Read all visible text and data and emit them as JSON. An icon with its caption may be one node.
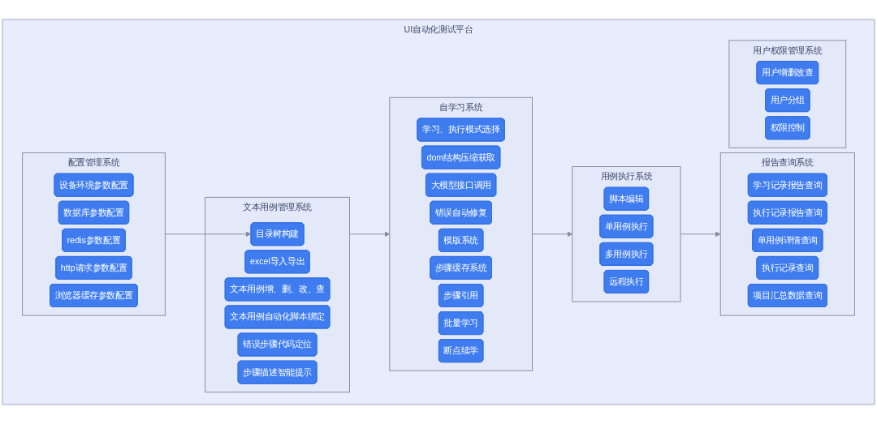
{
  "diagram": {
    "nodes": [
      {
        "text": [
          "UI自动化测试平台"
        ]
      },
      {
        "text": [
          "配置管理系统"
        ],
        "in": 0
      },
      {
        "text": [
          "设备环境参数配置"
        ],
        "in": 1
      },
      {
        "text": [
          "数据库参数配置"
        ],
        "in": 1
      },
      {
        "text": [
          "redis参数配置"
        ],
        "in": 1
      },
      {
        "text": [
          "http请求参数配置"
        ],
        "in": 1
      },
      {
        "text": [
          "浏览器缓存参数配置"
        ],
        "in": 1
      },
      {
        "text": [
          "文本用例管理系统"
        ],
        "in": 0
      },
      {
        "text": [
          "目录树构建"
        ],
        "in": 7
      },
      {
        "text": [
          "excel导入导出"
        ],
        "in": 7
      },
      {
        "text": [
          "文本用例增、删、改、查"
        ],
        "in": 7
      },
      {
        "text": [
          "文本用例自动化脚本绑定"
        ],
        "in": 7
      },
      {
        "text": [
          "错误步骤代码定位"
        ],
        "in": 7
      },
      {
        "text": [
          "步骤描述智能提示"
        ],
        "in": 7
      },
      {
        "text": [
          "自学习系统"
        ],
        "in": 0
      },
      {
        "text": [
          "学习、执行模式选择"
        ],
        "in": 14
      },
      {
        "text": [
          "dom结构压缩获取"
        ],
        "in": 14
      },
      {
        "text": [
          "大模型接口调用"
        ],
        "in": 14
      },
      {
        "text": [
          "错误自动修复"
        ],
        "in": 14
      },
      {
        "text": [
          "模版系统"
        ],
        "in": 14
      },
      {
        "text": [
          "步骤缓存系统"
        ],
        "in": 14
      },
      {
        "text": [
          "步骤引用"
        ],
        "in": 14
      },
      {
        "text": [
          "批量学习"
        ],
        "in": 14
      },
      {
        "text": [
          "断点续学"
        ],
        "in": 14
      },
      {
        "text": [
          "用例执行系统"
        ],
        "in": 0
      },
      {
        "text": [
          "脚本编辑"
        ],
        "in": 24
      },
      {
        "text": [
          "单用例执行"
        ],
        "in": 24
      },
      {
        "text": [
          "多用例执行"
        ],
        "in": 24
      },
      {
        "text": [
          "远程执行"
        ],
        "in": 24
      },
      {
        "text": [
          "报告查询系统"
        ],
        "in": 0
      },
      {
        "text": [
          "学习记录报告查询"
        ],
        "in": 29
      },
      {
        "text": [
          "执行记录报告查询"
        ],
        "in": 29
      },
      {
        "text": [
          "单用例详情查询"
        ],
        "in": 29
      },
      {
        "text": [
          "执行记录查询"
        ],
        "in": 29
      },
      {
        "text": [
          "项目汇总数据查询"
        ],
        "in": 29
      },
      {
        "text": [
          "用户权限管理系统"
        ],
        "in": 0
      },
      {
        "text": [
          "用户增删改查"
        ],
        "in": 35
      },
      {
        "text": [
          "用户分组"
        ],
        "in": 35
      },
      {
        "text": [
          "权限控制"
        ],
        "in": 35
      }
    ],
    "edges": [
      {
        "from": 1,
        "to": 8,
        "arrow": "to"
      },
      {
        "from": 7,
        "to": 14,
        "arrow": "to"
      },
      {
        "from": 14,
        "to": 24,
        "arrow": "to"
      },
      {
        "from": 24,
        "to": 29,
        "arrow": "to"
      }
    ]
  }
}
